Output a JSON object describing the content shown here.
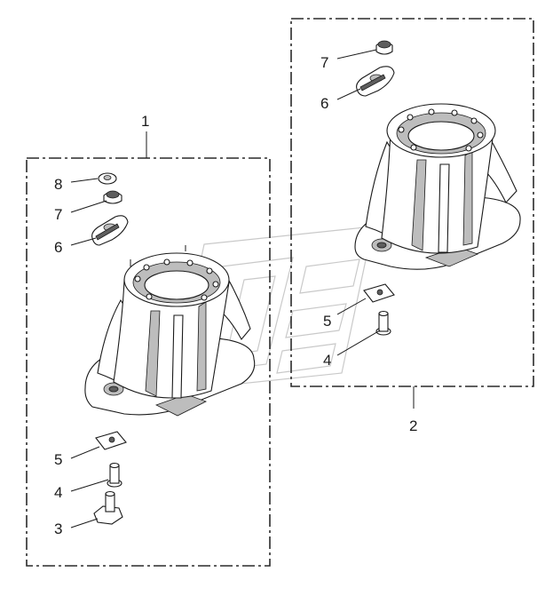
{
  "assemblies": [
    {
      "label": "1"
    },
    {
      "label": "2"
    }
  ],
  "left_callouts": [
    {
      "label": "8"
    },
    {
      "label": "7"
    },
    {
      "label": "6"
    },
    {
      "label": "5"
    },
    {
      "label": "4"
    },
    {
      "label": "3"
    }
  ],
  "right_callouts": [
    {
      "label": "7"
    },
    {
      "label": "6"
    },
    {
      "label": "5"
    },
    {
      "label": "4"
    }
  ]
}
